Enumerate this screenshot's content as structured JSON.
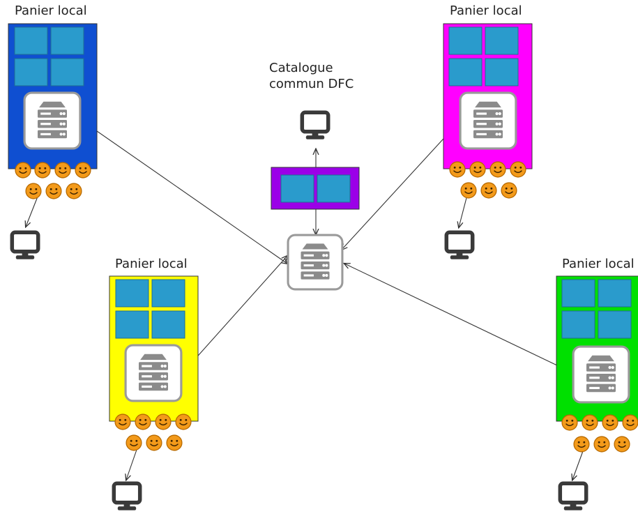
{
  "central": {
    "title_line1": "Catalogue",
    "title_line2": "commun DFC",
    "hub_color": "#9b00e8"
  },
  "shops": [
    {
      "label": "Panier local",
      "color": "#0f4fd1"
    },
    {
      "label": "Panier local",
      "color": "#ff00ff"
    },
    {
      "label": "Panier local",
      "color": "#ffff00"
    },
    {
      "label": "Panier local",
      "color": "#00e000"
    }
  ],
  "palette": {
    "tile": "#2a9bcc",
    "tile_border": "#1f6e93",
    "face": "#f39a1a",
    "face_border": "#b86a00",
    "server_frame": "#9a9a9a",
    "server_body": "#8b8b8b",
    "monitor": "#3a3a3a",
    "line": "#333333"
  },
  "icons": [
    "server-icon",
    "monitor-icon",
    "user-face-icon"
  ]
}
